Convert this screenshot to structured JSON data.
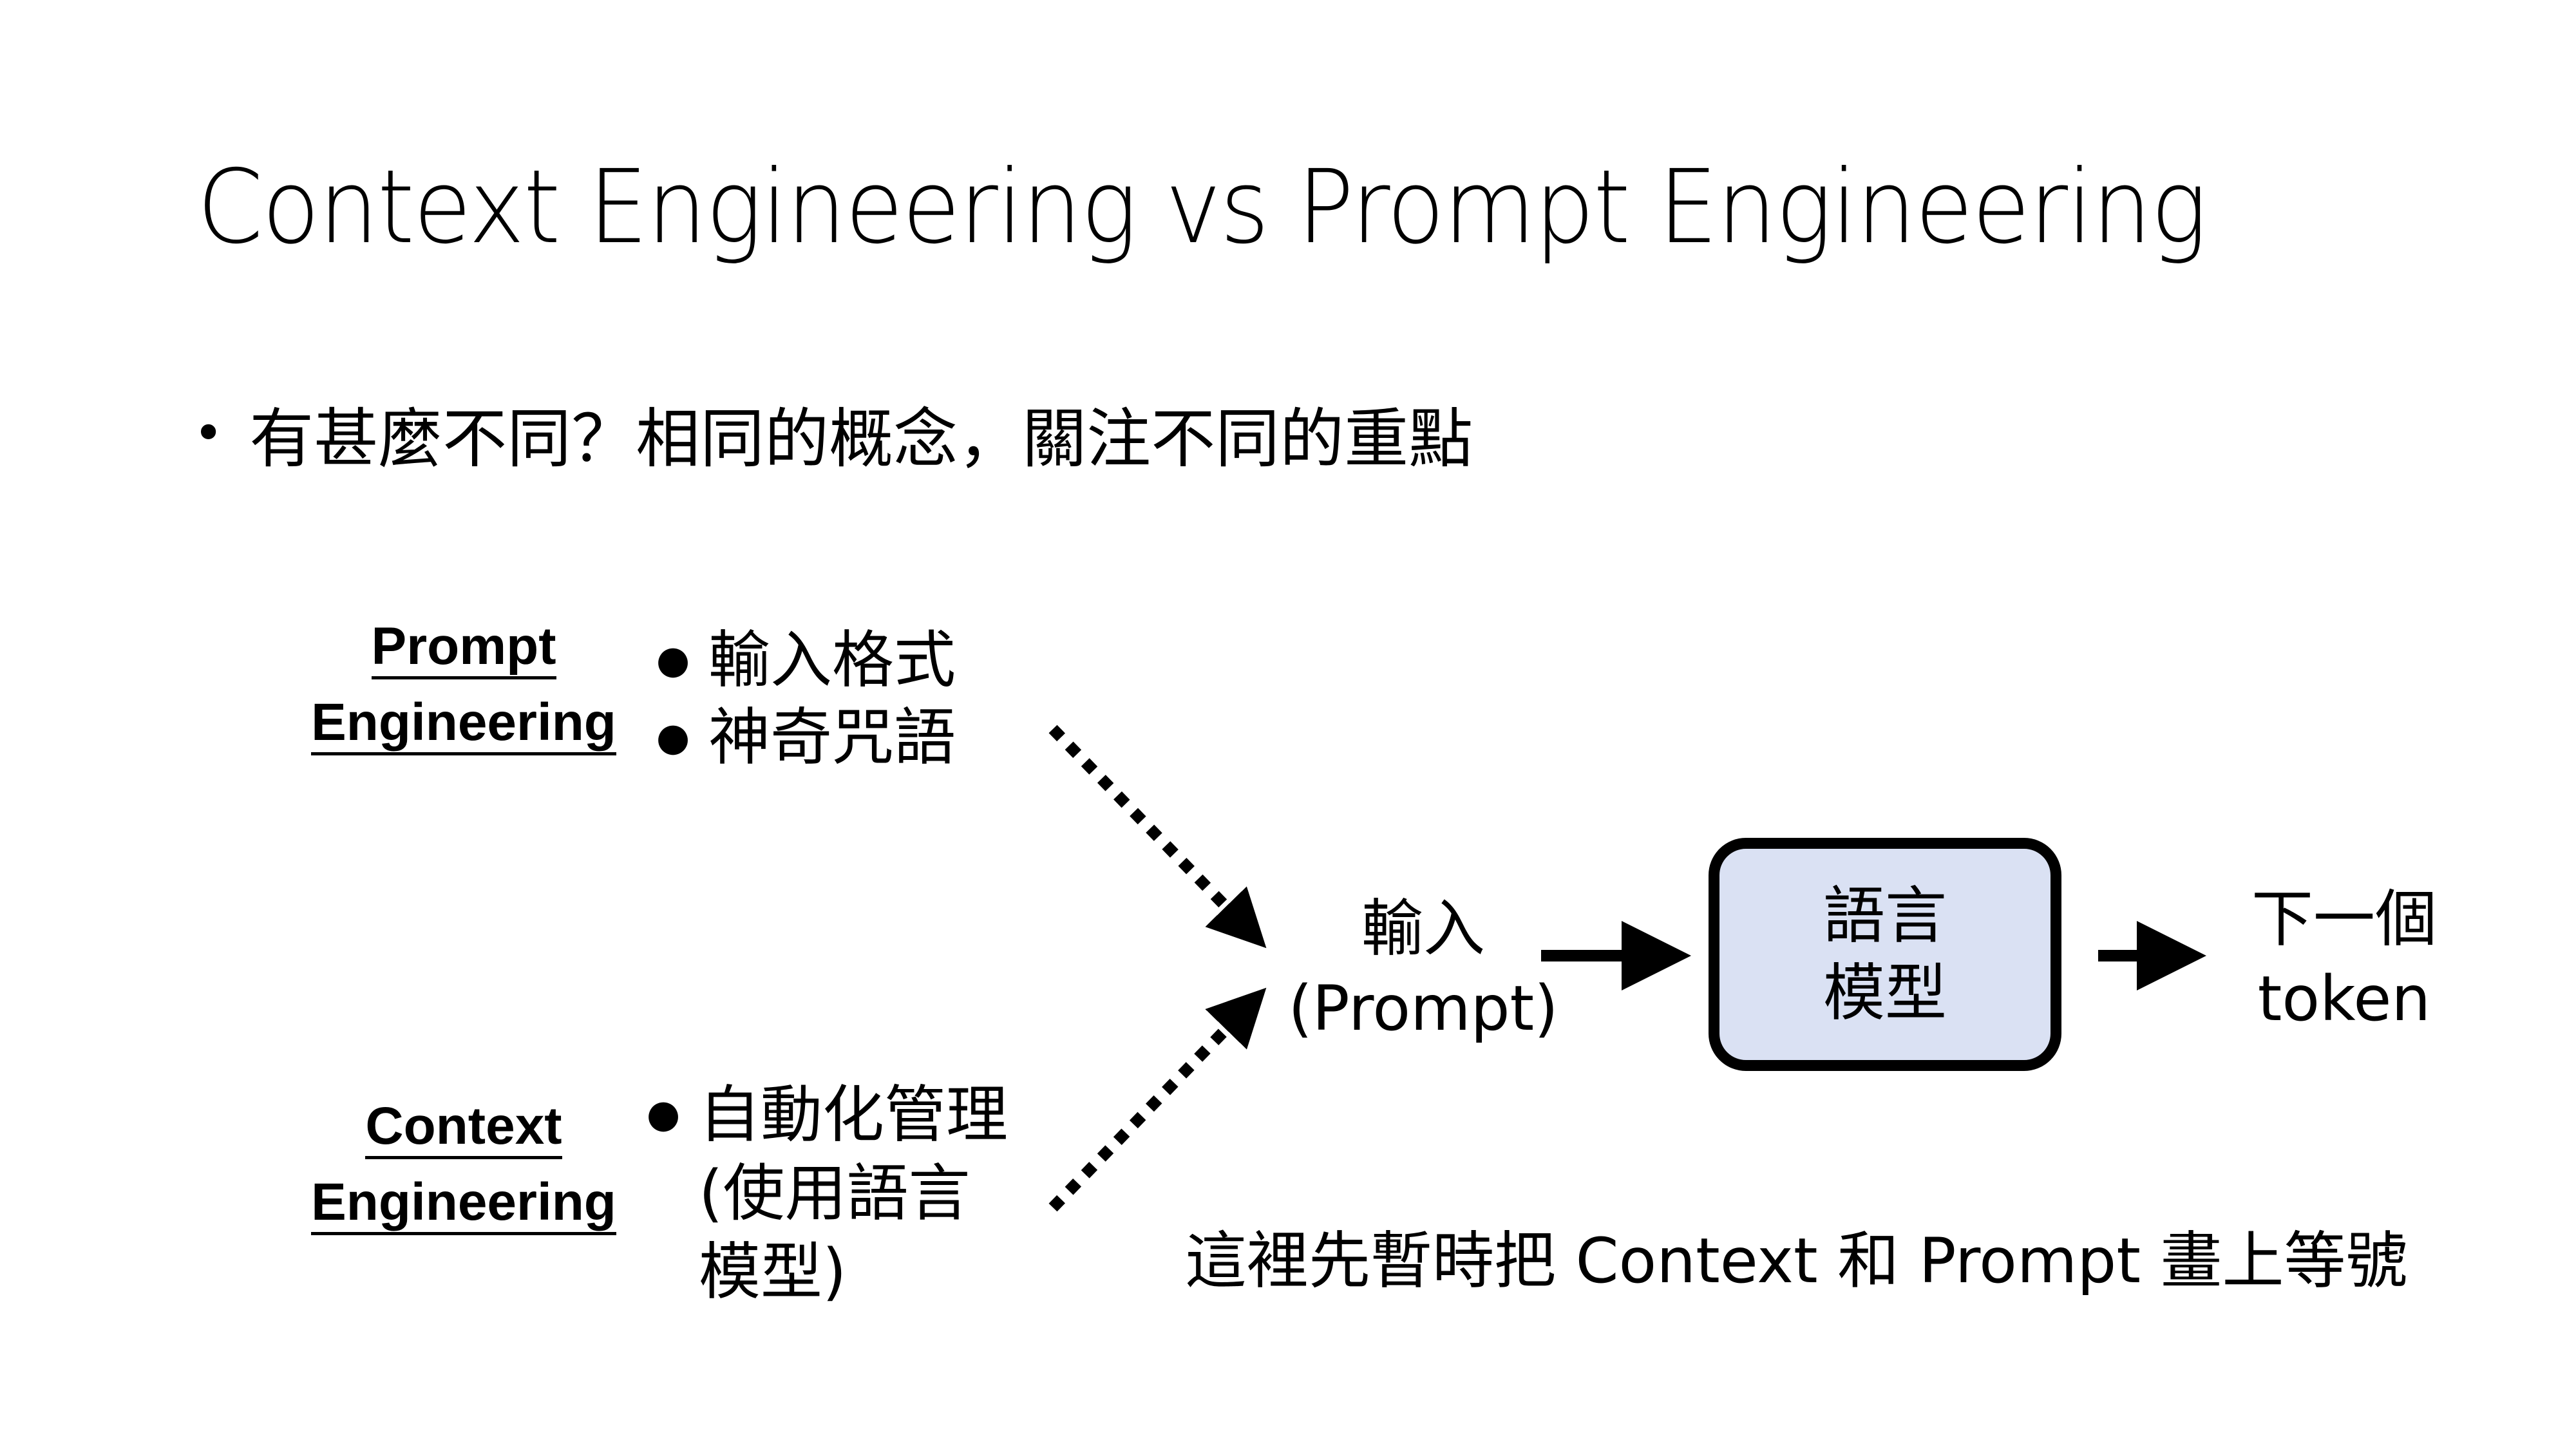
{
  "slide": {
    "title": "Context Engineering vs Prompt Engineering",
    "bullet": "有甚麼不同？相同的概念，關注不同的重點",
    "bullet_glyph": "•"
  },
  "prompt_engineering": {
    "label_line1": "Prompt",
    "label_line2": "Engineering",
    "items": [
      "輸入格式",
      "神奇咒語"
    ]
  },
  "context_engineering": {
    "label_line1": "Context",
    "label_line2": "Engineering",
    "items": [
      "自動化管理 (使用語言模型)"
    ]
  },
  "flow": {
    "input_line1": "輸入",
    "input_line2": "(Prompt)",
    "model_line1": "語言",
    "model_line2": "模型",
    "output_line1": "下一個",
    "output_line2": "token",
    "model_fill_color": "#dae1f3",
    "arrow_icons": [
      "dotted-arrow-icon",
      "dotted-arrow-icon",
      "solid-arrow-icon",
      "solid-arrow-icon"
    ]
  },
  "note": "這裡先暫時把 Context 和 Prompt 畫上等號"
}
